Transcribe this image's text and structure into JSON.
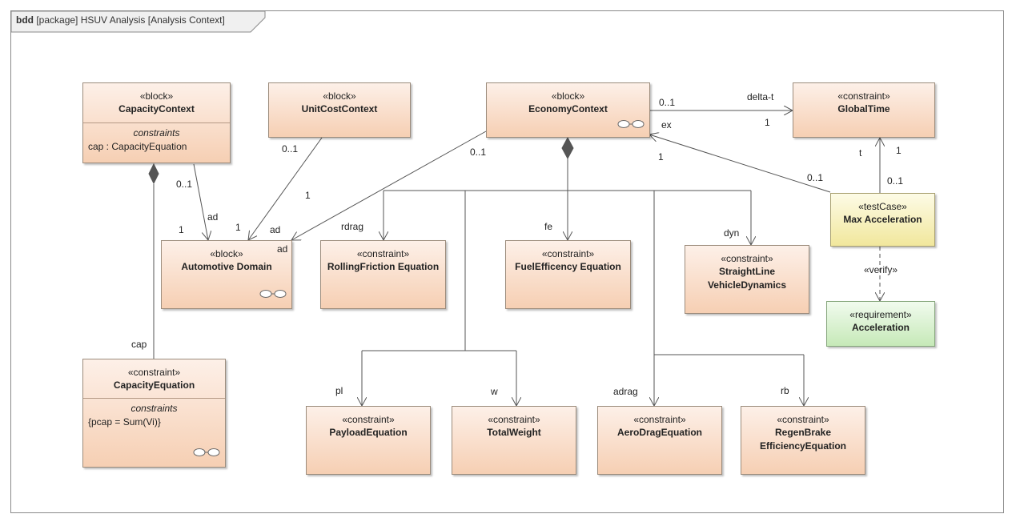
{
  "frame": {
    "kind": "bdd",
    "title": "[package] HSUV Analysis [Analysis Context]"
  },
  "blocks": {
    "capacity_context": {
      "stereotype": "«block»",
      "name": "CapacityContext",
      "compartment_title": "constraints",
      "compartment_value": "cap : CapacityEquation"
    },
    "unit_cost_context": {
      "stereotype": "«block»",
      "name": "UnitCostContext"
    },
    "economy_context": {
      "stereotype": "«block»",
      "name": "EconomyContext"
    },
    "global_time": {
      "stereotype": "«constraint»",
      "name": "GlobalTime"
    },
    "automotive_domain": {
      "stereotype": "«block»",
      "name": "Automotive Domain"
    },
    "rolling_friction": {
      "stereotype": "«constraint»",
      "name": "RollingFriction Equation"
    },
    "fuel_efficiency": {
      "stereotype": "«constraint»",
      "name": "FuelEfficency Equation"
    },
    "vehicle_dynamics": {
      "stereotype": "«constraint»",
      "name": "StraightLine\nVehicleDynamics"
    },
    "max_acceleration": {
      "stereotype": "«testCase»",
      "name": "Max Acceleration"
    },
    "acceleration": {
      "stereotype": "«requirement»",
      "name": "Acceleration"
    },
    "capacity_equation": {
      "stereotype": "«constraint»",
      "name": "CapacityEquation",
      "compartment_title": "constraints",
      "compartment_value": "{pcap = Sum(Vi)}"
    },
    "payload_equation": {
      "stereotype": "«constraint»",
      "name": "PayloadEquation"
    },
    "total_weight": {
      "stereotype": "«constraint»",
      "name": "TotalWeight"
    },
    "aero_drag": {
      "stereotype": "«constraint»",
      "name": "AeroDragEquation"
    },
    "regen_brake": {
      "stereotype": "«constraint»",
      "name": "RegenBrake\nEfficiencyEquation"
    }
  },
  "labels": {
    "cc_mult_src": "0..1",
    "cc_role_ad": "ad",
    "cc_mult_tgt": "1",
    "ucc_mult_src": "0..1",
    "ucc_mult_tgt": "1",
    "ucc_role_ad": "ad",
    "ec_mult_src": "0..1",
    "ec_mult_tgt": "1",
    "ec_role_ad": "ad",
    "ec_gt_mult_src": "0..1",
    "ec_gt_role": "delta-t",
    "ec_gt_mult_tgt": "1",
    "role_ex": "ex",
    "ex_mult_tgt": "1",
    "ex_mult_src": "0..1",
    "role_t": "t",
    "t_mult_tgt": "1",
    "t_mult_src": "0..1",
    "verify": "«verify»",
    "role_rdrag": "rdrag",
    "role_fe": "fe",
    "role_dyn": "dyn",
    "role_cap": "cap",
    "role_pl": "pl",
    "role_w": "w",
    "role_adrag": "adrag",
    "role_rb": "rb"
  }
}
